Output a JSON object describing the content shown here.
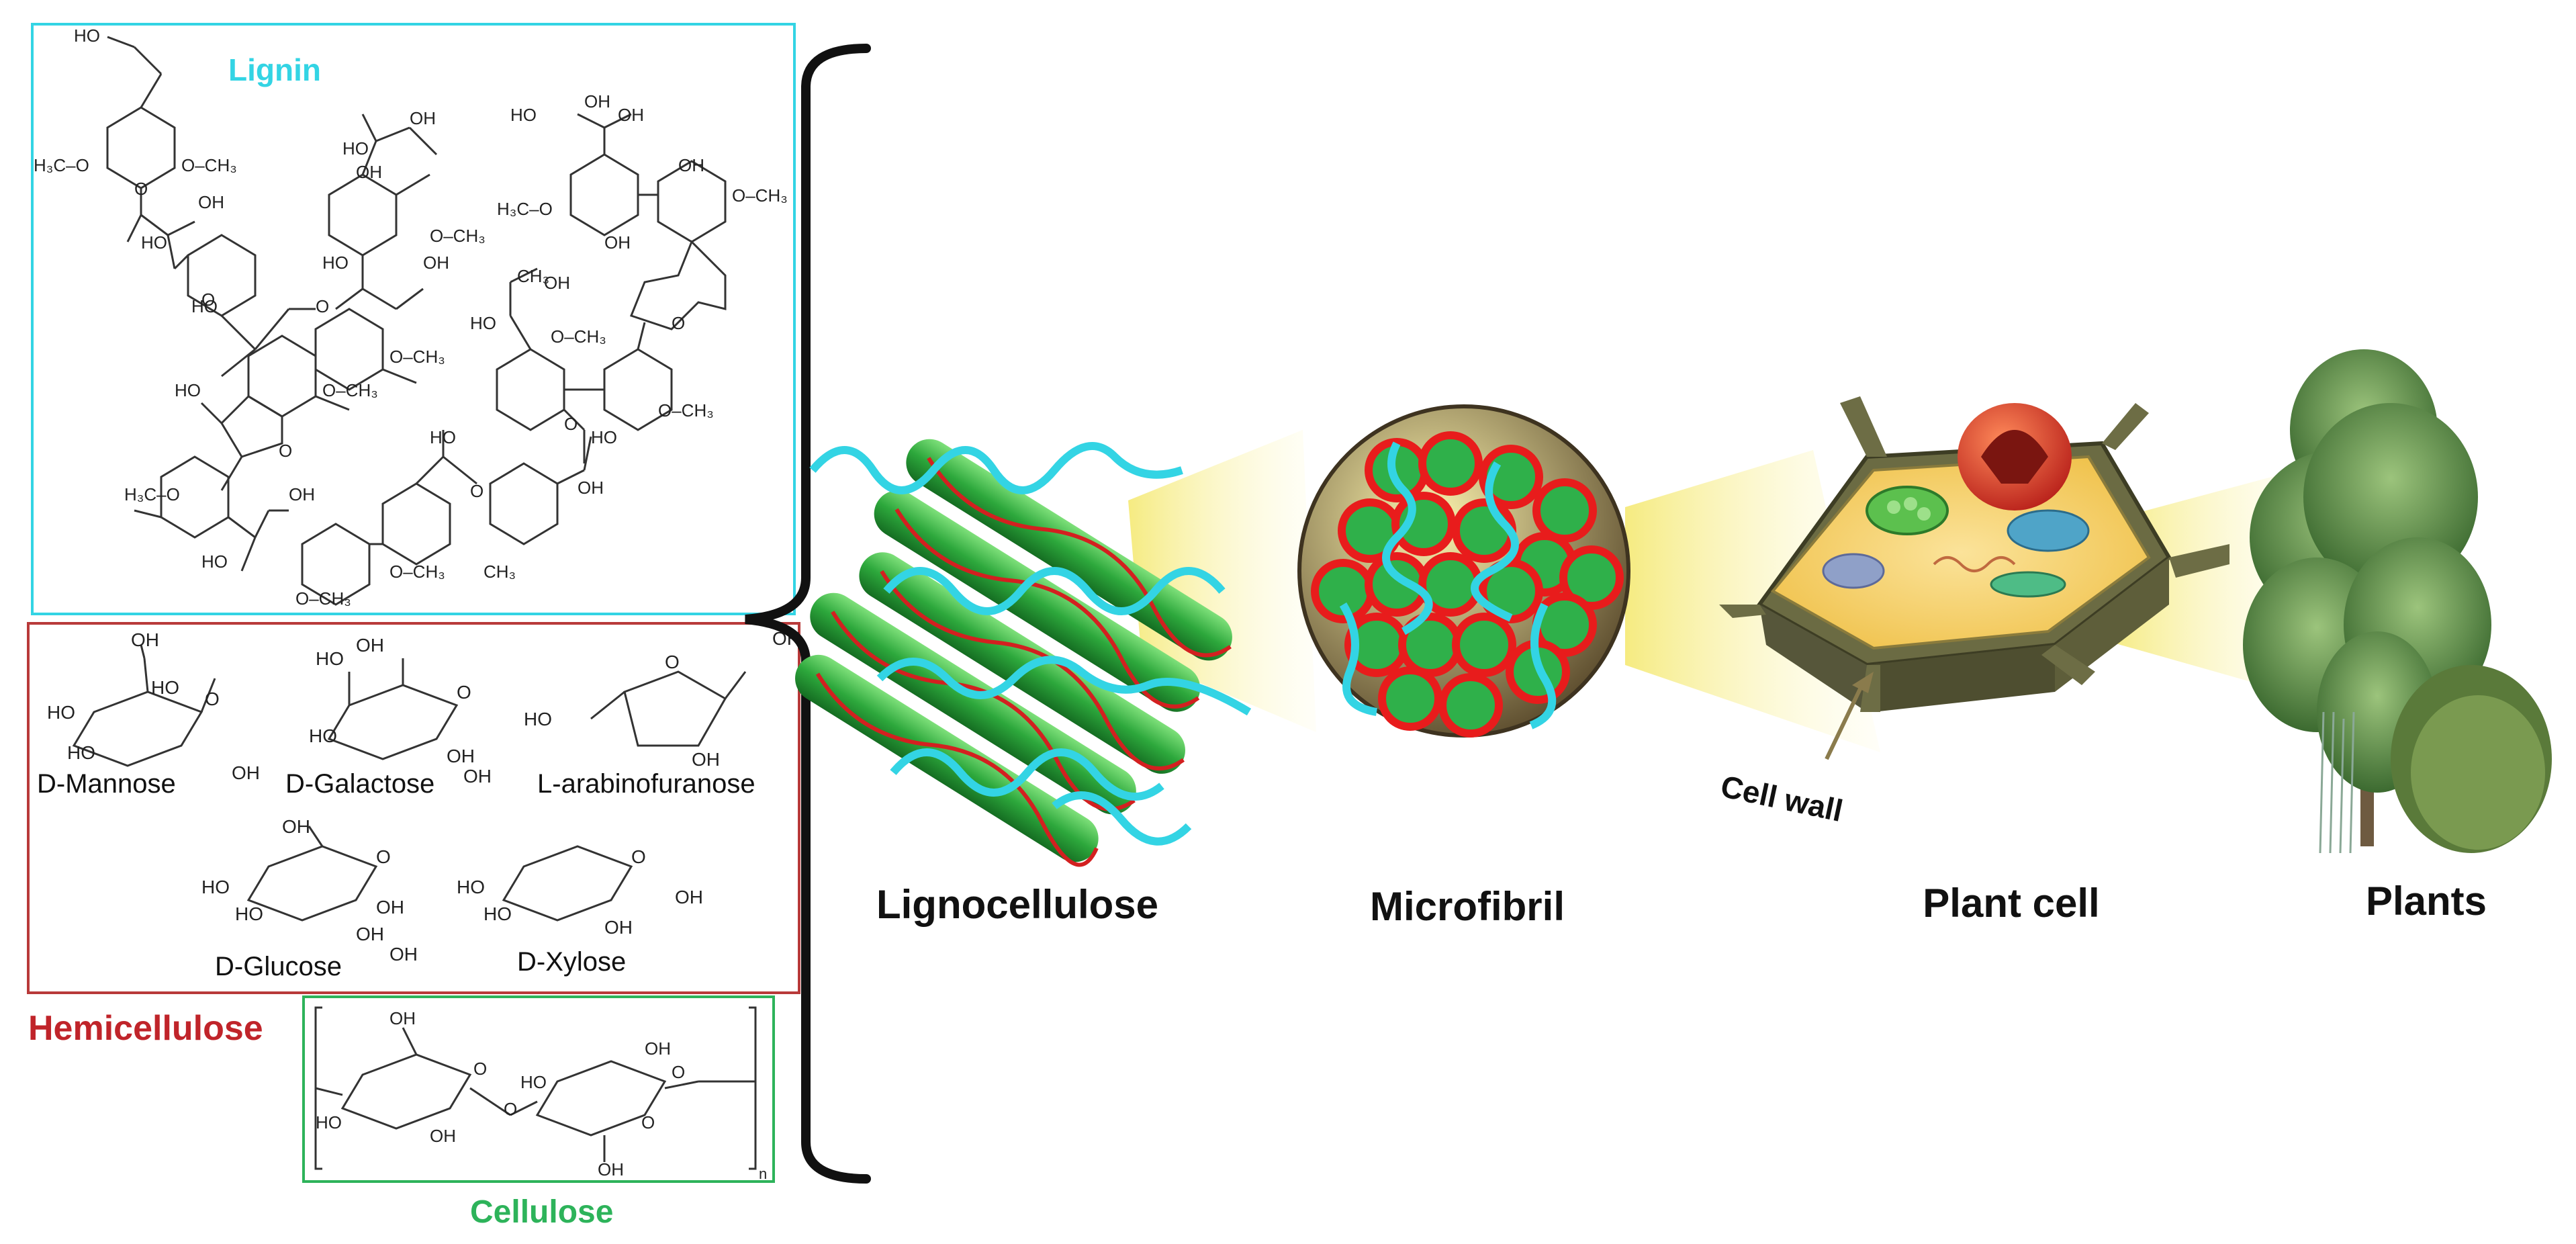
{
  "components": {
    "lignin": {
      "label": "Lignin",
      "color": "#33d4e4"
    },
    "hemicellulose": {
      "label": "Hemicellulose",
      "color": "#c0242a"
    },
    "cellulose": {
      "label": "Cellulose",
      "color": "#2db35a"
    }
  },
  "hemicellulose_sugars": [
    {
      "name": "D-Mannose"
    },
    {
      "name": "D-Galactose"
    },
    {
      "name": "L-arabinofuranose"
    },
    {
      "name": "D-Glucose"
    },
    {
      "name": "D-Xylose"
    }
  ],
  "hierarchy": [
    {
      "label": "Lignocellulose"
    },
    {
      "label": "Microfibril"
    },
    {
      "label": "Plant cell"
    },
    {
      "label": "Plants"
    }
  ],
  "annotations": {
    "cell_wall": "Cell wall"
  },
  "chem_labels": {
    "OH": "OH",
    "HO": "HO",
    "O": "O",
    "OCH3": "O–CH₃",
    "H3CO": "H₃C–O",
    "CH3": "CH₃",
    "n": "n"
  }
}
